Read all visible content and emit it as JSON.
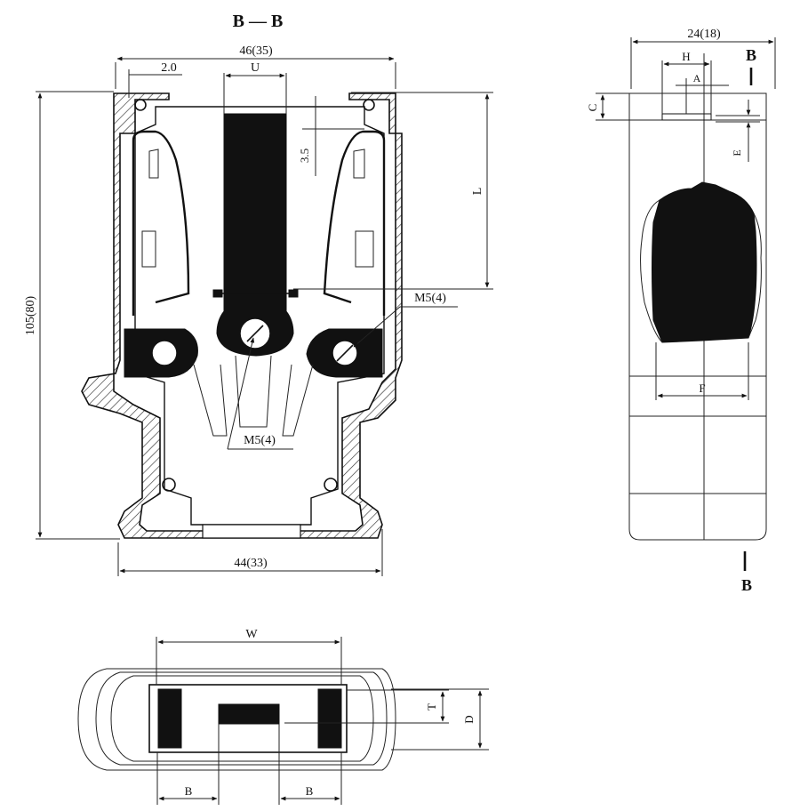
{
  "section_title": "B — B",
  "dims": {
    "top_width": "46(35)",
    "wall_gap": "2.0",
    "slot_u": "U",
    "height_total": "105(80)",
    "depth_35": "3.5",
    "length_l": "L",
    "screw_right": "M5(4)",
    "screw_center": "M5(4)",
    "bottom_width": "44(33)",
    "side_width": "24(18)",
    "side_h": "H",
    "side_a": "A",
    "side_c": "C",
    "side_e": "E",
    "side_f": "F",
    "bottom_w": "W",
    "bottom_t": "T",
    "bottom_d": "D",
    "bottom_b_left": "B",
    "bottom_b_right": "B"
  },
  "section_mark_top": "B",
  "section_mark_bottom": "B"
}
